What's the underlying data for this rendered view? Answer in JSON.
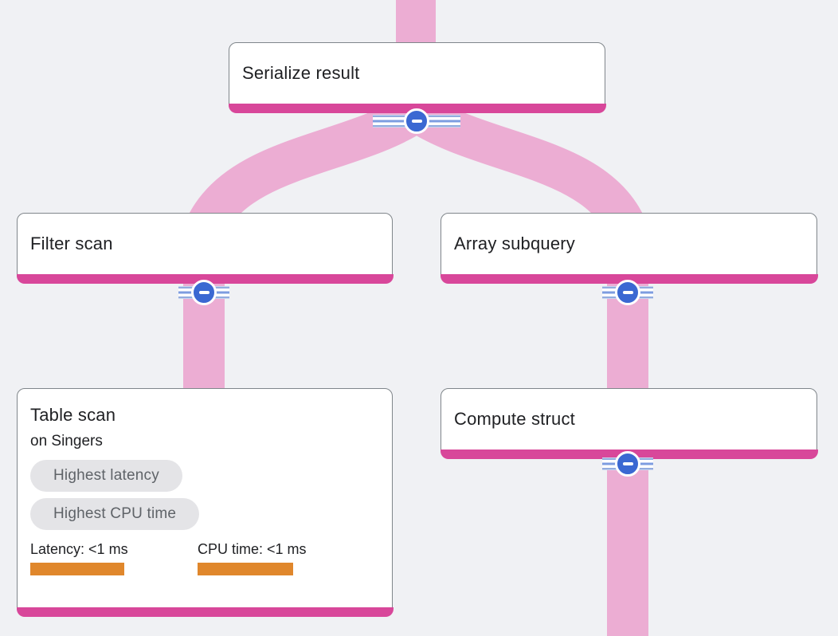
{
  "diagram": {
    "kind": "query-execution-plan",
    "nodes": [
      {
        "id": "serialize-result",
        "title": "Serialize result"
      },
      {
        "id": "filter-scan",
        "title": "Filter scan"
      },
      {
        "id": "array-subquery",
        "title": "Array subquery"
      },
      {
        "id": "table-scan",
        "title": "Table scan",
        "subtitle": "on Singers",
        "badges": [
          {
            "label": "Highest latency"
          },
          {
            "label": "Highest CPU time"
          }
        ],
        "stats": [
          {
            "label": "Latency: <1 ms",
            "bar_color": "#e0872c"
          },
          {
            "label": "CPU time: <1 ms",
            "bar_color": "#e0872c"
          }
        ]
      },
      {
        "id": "compute-struct",
        "title": "Compute struct"
      }
    ],
    "edges": [
      {
        "from": "above",
        "to": "Serialize result"
      },
      {
        "from": "Serialize result",
        "to": "Filter scan"
      },
      {
        "from": "Serialize result",
        "to": "Array subquery"
      },
      {
        "from": "Filter scan",
        "to": "Table scan"
      },
      {
        "from": "Array subquery",
        "to": "Compute struct"
      },
      {
        "from": "Compute struct",
        "to": "below"
      }
    ],
    "colors": {
      "background": "#f0f1f4",
      "flow_pink": "#ecadd3",
      "node_accent_magenta": "#d8479a",
      "node_border": "#80868b",
      "collapse_blue": "#3b68d2",
      "stripe_blue": "#93acdf",
      "badge_bg": "#e4e4e7",
      "badge_text": "#5f6368",
      "stat_bar_orange": "#e0872c",
      "text": "#202124"
    }
  }
}
